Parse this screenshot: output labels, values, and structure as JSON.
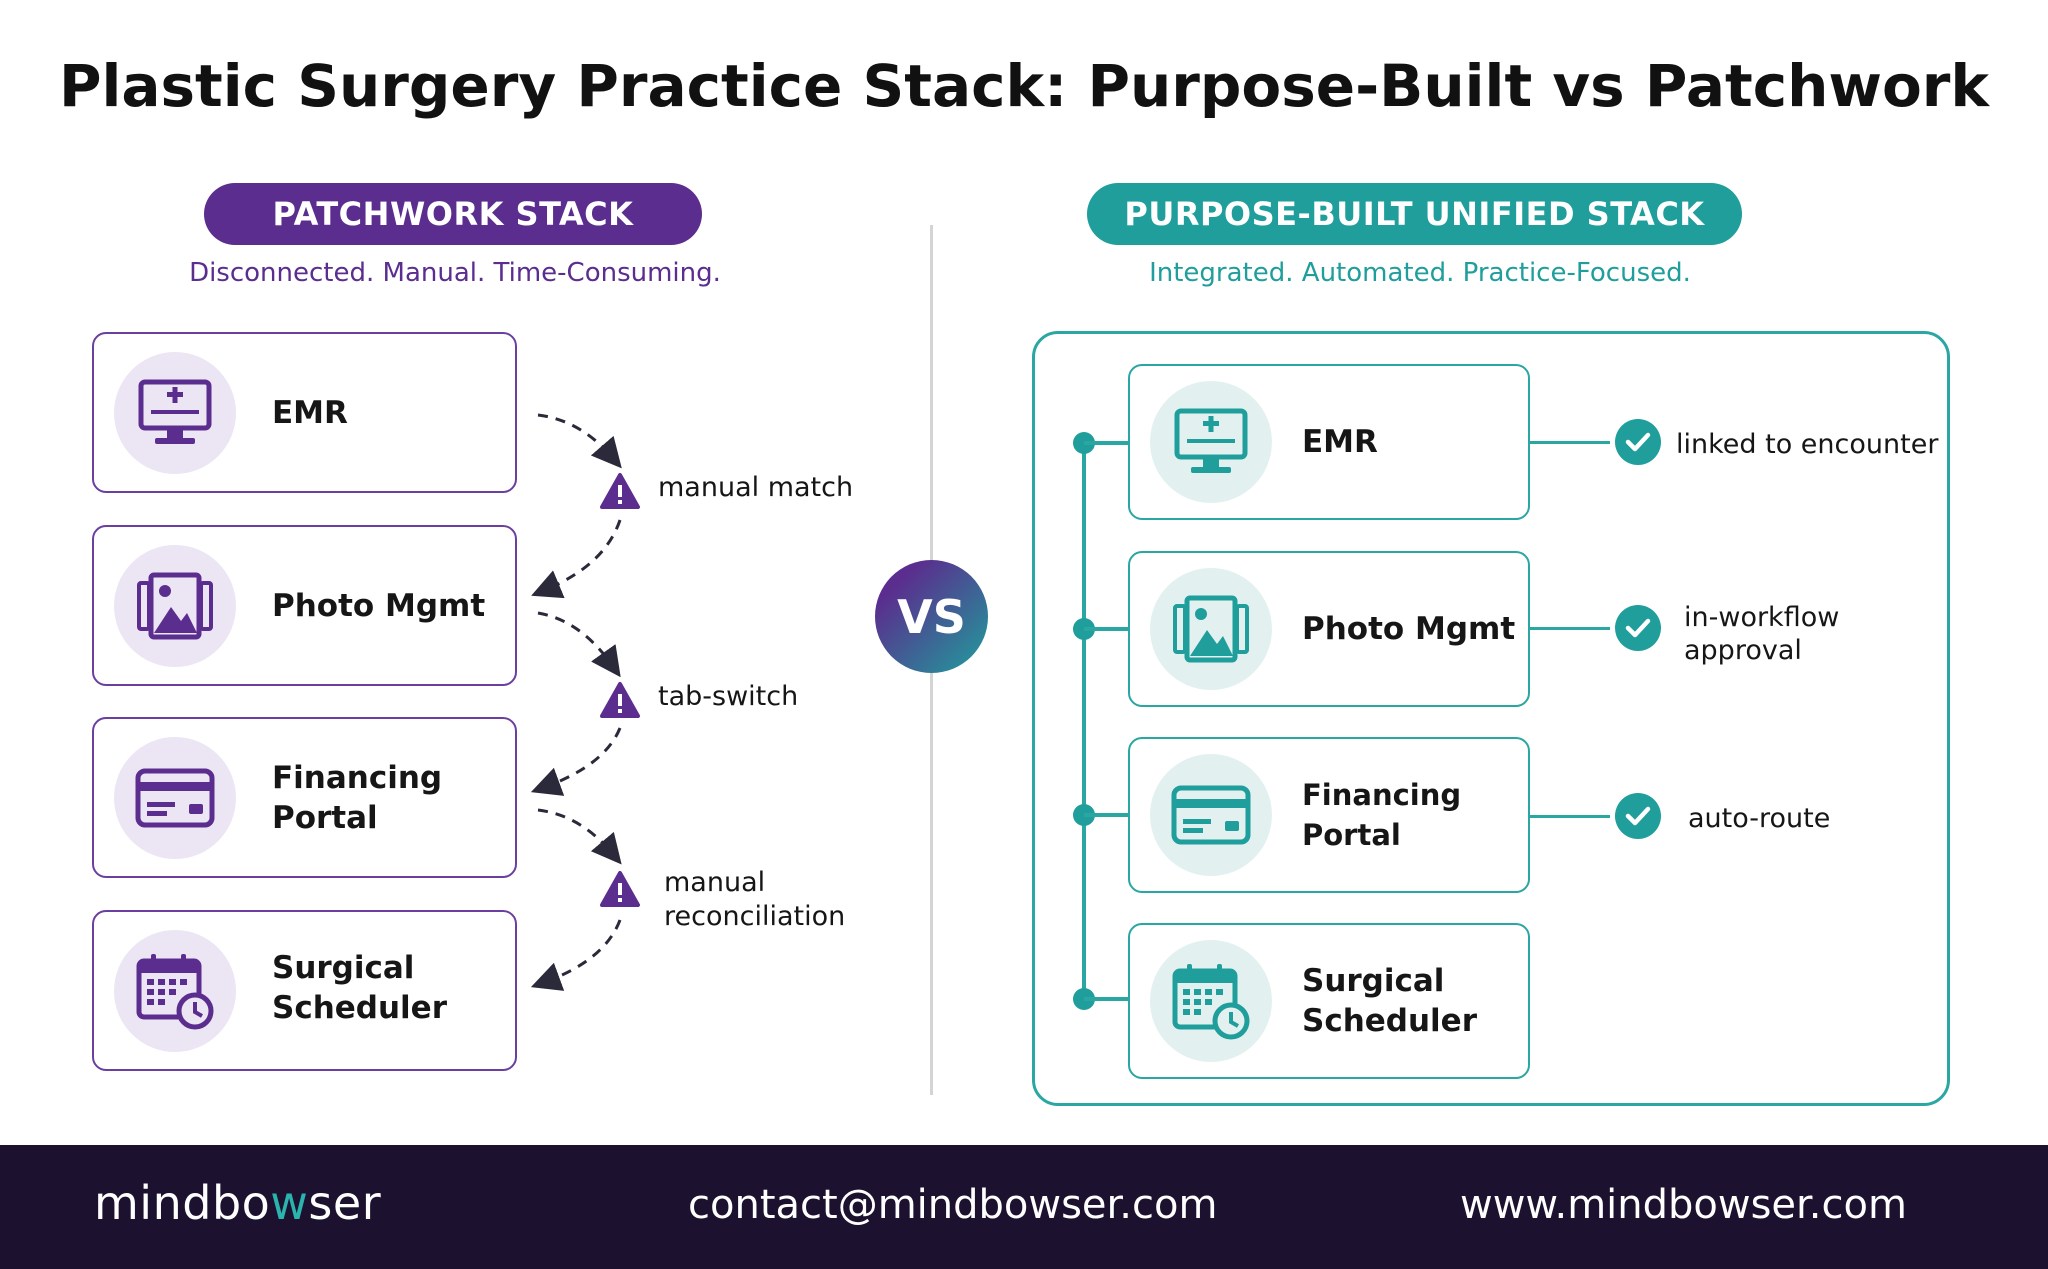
{
  "title": "Plastic Surgery Practice Stack: Purpose-Built vs Patchwork",
  "patchwork": {
    "heading": "PATCHWORK STACK",
    "subtitle": "Disconnected. Manual. Time-Consuming.",
    "cards": [
      {
        "label": "EMR",
        "icon": "monitor-medical-icon"
      },
      {
        "label": "Photo Mgmt",
        "icon": "photo-gallery-icon"
      },
      {
        "label": "Financing Portal",
        "icon": "credit-card-icon"
      },
      {
        "label_line1": "Surgical",
        "label_line2": "Scheduler",
        "icon": "calendar-clock-icon"
      }
    ],
    "issues": [
      {
        "label": "manual match",
        "icon": "warning-icon"
      },
      {
        "label": "tab-switch",
        "icon": "warning-icon"
      },
      {
        "label_line1": "manual",
        "label_line2": "reconciliation",
        "icon": "warning-icon"
      }
    ]
  },
  "vs_label": "VS",
  "unified": {
    "heading": "PURPOSE-BUILT UNIFIED STACK",
    "subtitle": "Integrated. Automated. Practice-Focused.",
    "cards": [
      {
        "label": "EMR",
        "icon": "monitor-medical-icon"
      },
      {
        "label": "Photo Mgmt",
        "icon": "photo-gallery-icon"
      },
      {
        "label": "Financing Portal",
        "icon": "credit-card-icon"
      },
      {
        "label_line1": "Surgical",
        "label_line2": "Scheduler",
        "icon": "calendar-clock-icon"
      }
    ],
    "benefits": [
      {
        "label": "linked to encounter",
        "icon": "check-icon"
      },
      {
        "label_line1": "in-workflow",
        "label_line2": "approval",
        "icon": "check-icon"
      },
      {
        "label": "auto-route",
        "icon": "check-icon"
      }
    ]
  },
  "footer": {
    "brand_pre": "mindbo",
    "brand_w": "w",
    "brand_post": "ser",
    "email": "contact@mindbowser.com",
    "website": "www.mindbowser.com"
  },
  "colors": {
    "purple": "#5b2d8e",
    "teal": "#1f9e9c",
    "footer": "#1c1230"
  }
}
